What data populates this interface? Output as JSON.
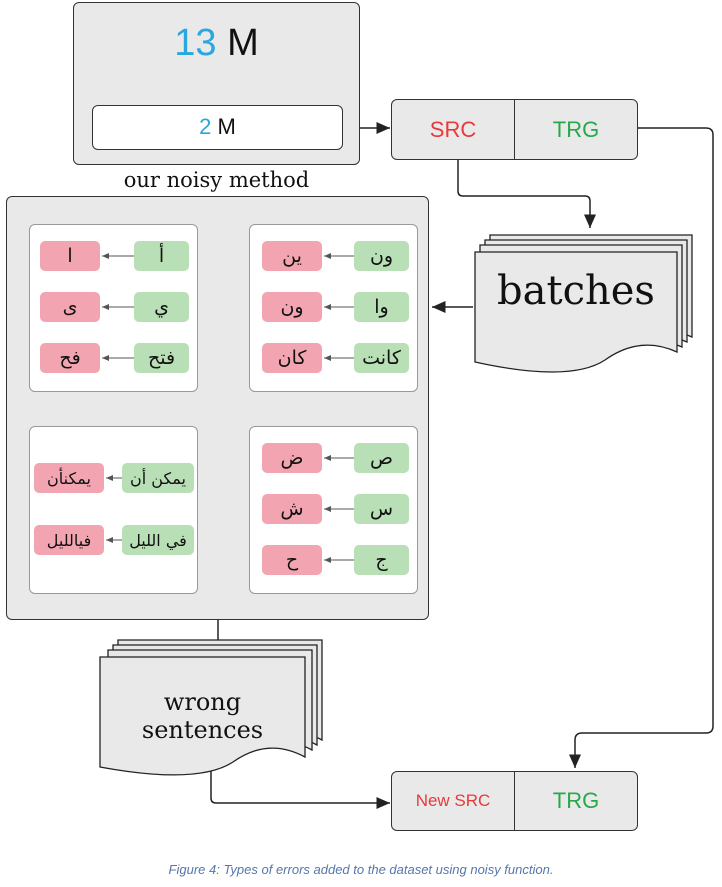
{
  "top_box": {
    "big_number": "13",
    "big_unit": "M",
    "sub_number": "2",
    "sub_unit": "M"
  },
  "src_trg_top": {
    "src": "SRC",
    "trg": "TRG"
  },
  "method_title": "our noisy method",
  "panels": {
    "top_right": [
      {
        "from": "ون",
        "to": "ين"
      },
      {
        "from": "وا",
        "to": "ون"
      },
      {
        "from": "كانت",
        "to": "كان"
      }
    ],
    "top_left": [
      {
        "from": "أ",
        "to": "ا"
      },
      {
        "from": "ي",
        "to": "ى"
      },
      {
        "from": "فتح",
        "to": "فح"
      }
    ],
    "bottom_right": [
      {
        "from": "ص",
        "to": "ض"
      },
      {
        "from": "س",
        "to": "ش"
      },
      {
        "from": "ج",
        "to": "ح"
      }
    ],
    "bottom_left": [
      {
        "from": "يمكن أن",
        "to": "يمكنأن"
      },
      {
        "from": "في الليل",
        "to": "فيالليل"
      }
    ]
  },
  "batches_label": "batches",
  "wrong_sentences_label": "wrong sentences",
  "src_trg_bottom": {
    "src": "New SRC",
    "trg": "TRG"
  },
  "figure_caption": "Figure 4: Types of errors added to the dataset using noisy function.",
  "colors": {
    "blue": "#29a8e0",
    "red": "#e83a3a",
    "green": "#27a84a",
    "source_tag": "#b8dfb5",
    "target_tag": "#f2a5b0",
    "box_fill": "#e9e9ea"
  }
}
